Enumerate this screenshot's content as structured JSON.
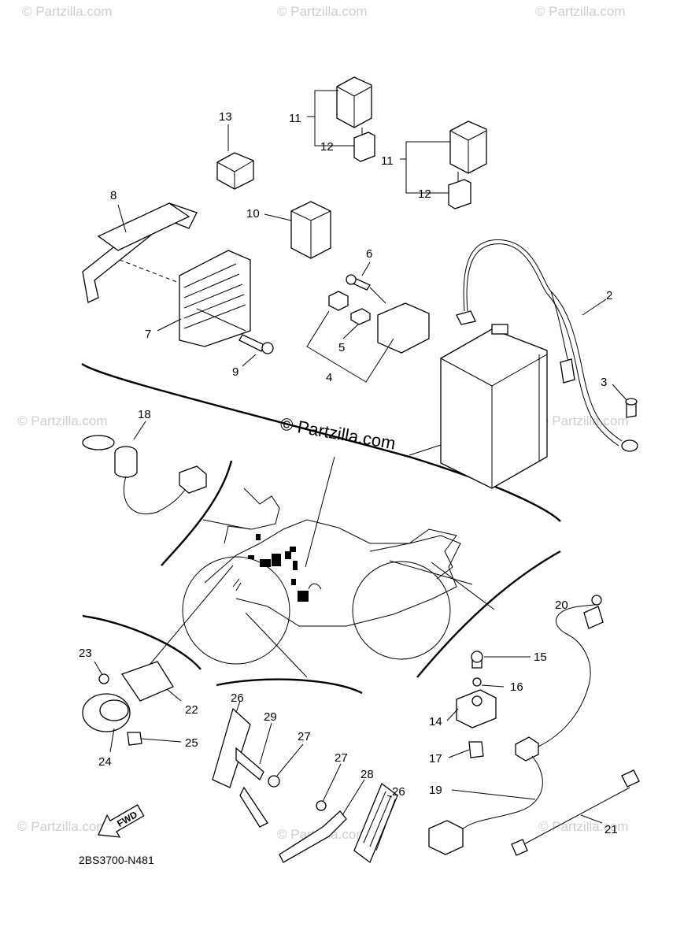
{
  "watermarks": {
    "small": "© Partzilla.com",
    "main": "© Partzilla.com"
  },
  "diagram_code": "2BS3700-N481",
  "fwd_label": "FWD",
  "callouts": {
    "c2": "2",
    "c3": "3",
    "c4": "4",
    "c5": "5",
    "c6": "6",
    "c7": "7",
    "c8": "8",
    "c9": "9",
    "c10": "10",
    "c11a": "11",
    "c11b": "11",
    "c12a": "12",
    "c12b": "12",
    "c13": "13",
    "c14": "14",
    "c15": "15",
    "c16": "16",
    "c17": "17",
    "c18": "18",
    "c19": "19",
    "c20": "20",
    "c21": "21",
    "c22": "22",
    "c23": "23",
    "c24": "24",
    "c25": "25",
    "c26a": "26",
    "c26b": "26",
    "c27a": "27",
    "c27b": "27",
    "c28": "28",
    "c29": "29"
  }
}
